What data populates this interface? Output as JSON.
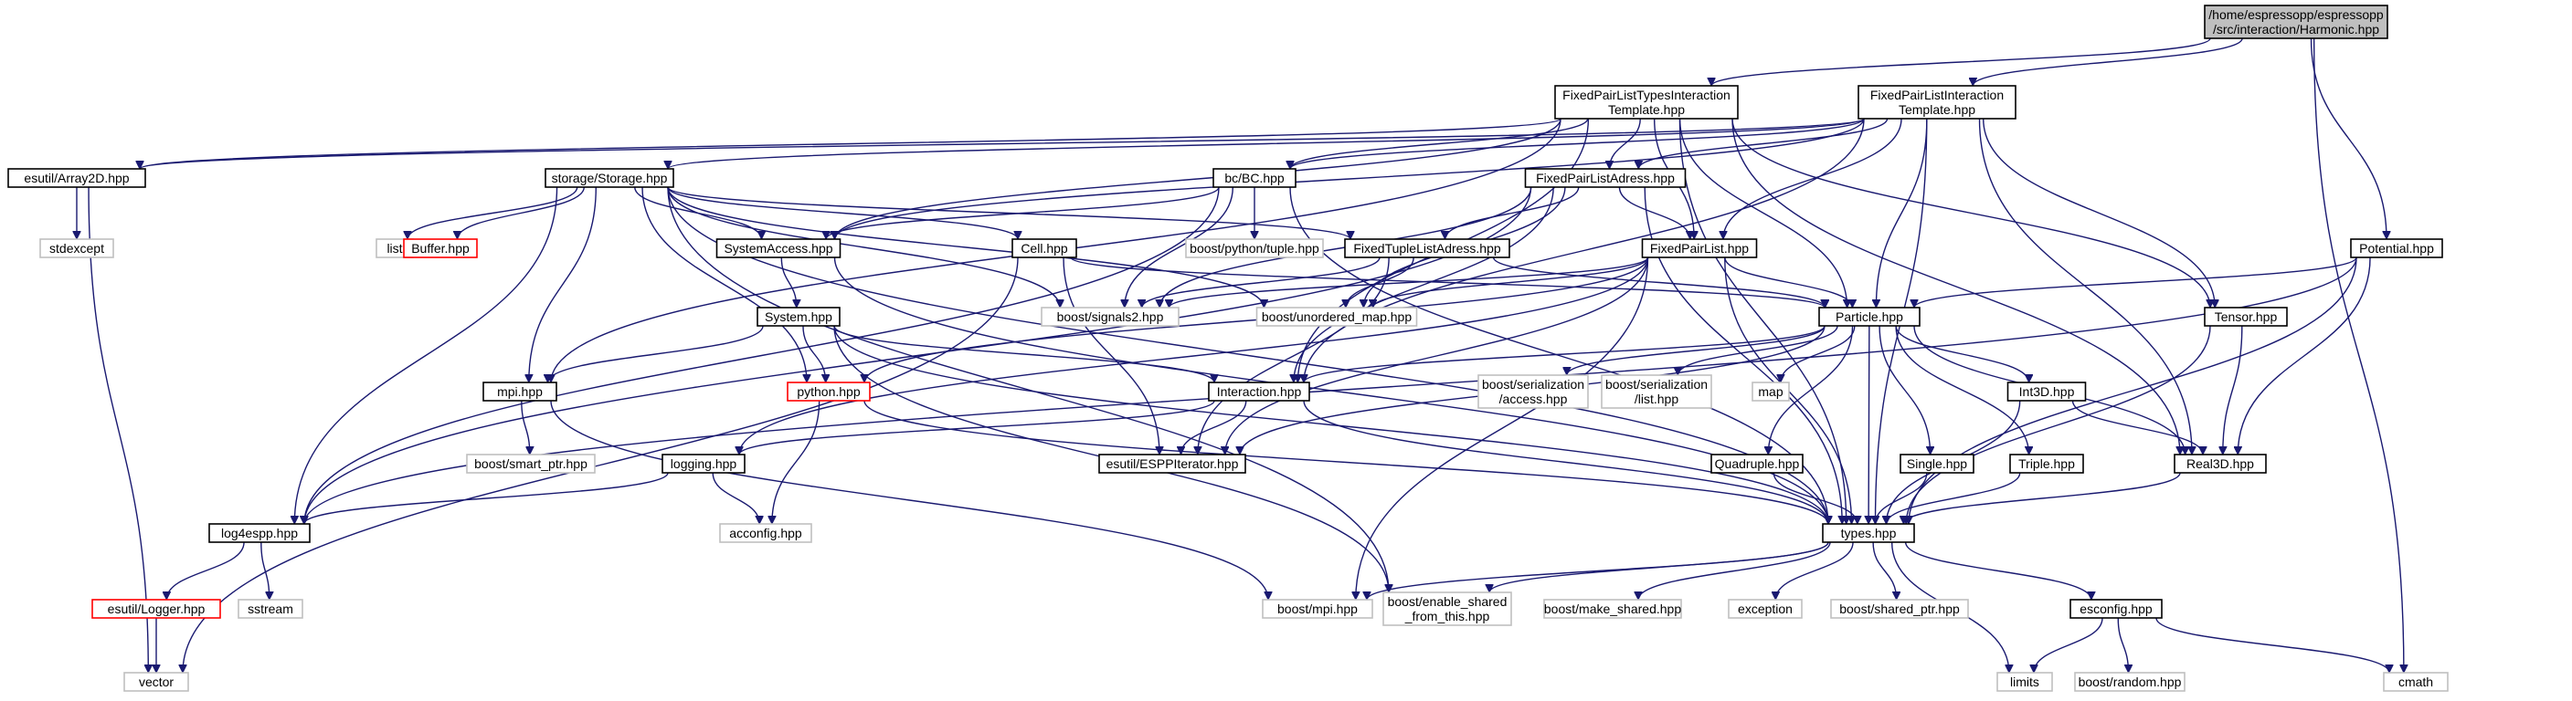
{
  "graph": {
    "nodes": [
      {
        "id": "root",
        "lines": [
          "/home/espressopp/espressopp",
          "/src/interaction/Harmonic.hpp"
        ],
        "style": "root"
      },
      {
        "id": "fplti",
        "lines": [
          "FixedPairListTypesInteraction",
          "Template.hpp"
        ],
        "style": "default"
      },
      {
        "id": "fpli",
        "lines": [
          "FixedPairListInteraction",
          "Template.hpp"
        ],
        "style": "default"
      },
      {
        "id": "array2d",
        "lines": [
          "esutil/Array2D.hpp"
        ],
        "style": "default"
      },
      {
        "id": "storage",
        "lines": [
          "storage/Storage.hpp"
        ],
        "style": "default"
      },
      {
        "id": "bc",
        "lines": [
          "bc/BC.hpp"
        ],
        "style": "default"
      },
      {
        "id": "fpladress",
        "lines": [
          "FixedPairListAdress.hpp"
        ],
        "style": "default"
      },
      {
        "id": "potential",
        "lines": [
          "Potential.hpp"
        ],
        "style": "default"
      },
      {
        "id": "stdexcept",
        "lines": [
          "stdexcept"
        ],
        "style": "dim"
      },
      {
        "id": "list",
        "lines": [
          "list"
        ],
        "style": "dim"
      },
      {
        "id": "buffer",
        "lines": [
          "Buffer.hpp"
        ],
        "style": "red"
      },
      {
        "id": "sysaccess",
        "lines": [
          "SystemAccess.hpp"
        ],
        "style": "default"
      },
      {
        "id": "cell",
        "lines": [
          "Cell.hpp"
        ],
        "style": "default"
      },
      {
        "id": "bptuple",
        "lines": [
          "boost/python/tuple.hpp"
        ],
        "style": "dim"
      },
      {
        "id": "ftladress",
        "lines": [
          "FixedTupleListAdress.hpp"
        ],
        "style": "default"
      },
      {
        "id": "fpl",
        "lines": [
          "FixedPairList.hpp"
        ],
        "style": "default"
      },
      {
        "id": "bsignals",
        "lines": [
          "boost/signals2.hpp"
        ],
        "style": "dim"
      },
      {
        "id": "bumap",
        "lines": [
          "boost/unordered_map.hpp"
        ],
        "style": "dim"
      },
      {
        "id": "particle",
        "lines": [
          "Particle.hpp"
        ],
        "style": "default"
      },
      {
        "id": "tensor",
        "lines": [
          "Tensor.hpp"
        ],
        "style": "default"
      },
      {
        "id": "system",
        "lines": [
          "System.hpp"
        ],
        "style": "default"
      },
      {
        "id": "mpi",
        "lines": [
          "mpi.hpp"
        ],
        "style": "default"
      },
      {
        "id": "python",
        "lines": [
          "python.hpp"
        ],
        "style": "red"
      },
      {
        "id": "interaction",
        "lines": [
          "Interaction.hpp"
        ],
        "style": "default"
      },
      {
        "id": "bsaccess",
        "lines": [
          "boost/serialization",
          "/access.hpp"
        ],
        "style": "dim"
      },
      {
        "id": "bslist",
        "lines": [
          "boost/serialization",
          "/list.hpp"
        ],
        "style": "dim"
      },
      {
        "id": "map",
        "lines": [
          "map"
        ],
        "style": "dim"
      },
      {
        "id": "int3d",
        "lines": [
          "Int3D.hpp"
        ],
        "style": "default"
      },
      {
        "id": "bsmartptr",
        "lines": [
          "boost/smart_ptr.hpp"
        ],
        "style": "dim"
      },
      {
        "id": "logging",
        "lines": [
          "logging.hpp"
        ],
        "style": "default"
      },
      {
        "id": "espiter",
        "lines": [
          "esutil/ESPPIterator.hpp"
        ],
        "style": "default"
      },
      {
        "id": "quadruple",
        "lines": [
          "Quadruple.hpp"
        ],
        "style": "default"
      },
      {
        "id": "single",
        "lines": [
          "Single.hpp"
        ],
        "style": "default"
      },
      {
        "id": "triple",
        "lines": [
          "Triple.hpp"
        ],
        "style": "default"
      },
      {
        "id": "real3d",
        "lines": [
          "Real3D.hpp"
        ],
        "style": "default"
      },
      {
        "id": "log4espp",
        "lines": [
          "log4espp.hpp"
        ],
        "style": "default"
      },
      {
        "id": "acconfig",
        "lines": [
          "acconfig.hpp"
        ],
        "style": "dim"
      },
      {
        "id": "types",
        "lines": [
          "types.hpp"
        ],
        "style": "default"
      },
      {
        "id": "logger",
        "lines": [
          "esutil/Logger.hpp"
        ],
        "style": "red"
      },
      {
        "id": "sstream",
        "lines": [
          "sstream"
        ],
        "style": "dim"
      },
      {
        "id": "bmpi",
        "lines": [
          "boost/mpi.hpp"
        ],
        "style": "dim"
      },
      {
        "id": "benable",
        "lines": [
          "boost/enable_shared",
          "_from_this.hpp"
        ],
        "style": "dim"
      },
      {
        "id": "bmakeshared",
        "lines": [
          "boost/make_shared.hpp"
        ],
        "style": "dim"
      },
      {
        "id": "exception",
        "lines": [
          "exception"
        ],
        "style": "dim"
      },
      {
        "id": "bsharedptr",
        "lines": [
          "boost/shared_ptr.hpp"
        ],
        "style": "dim"
      },
      {
        "id": "esconfig",
        "lines": [
          "esconfig.hpp"
        ],
        "style": "default"
      },
      {
        "id": "vector",
        "lines": [
          "vector"
        ],
        "style": "dim"
      },
      {
        "id": "limits",
        "lines": [
          "limits"
        ],
        "style": "dim"
      },
      {
        "id": "brandom",
        "lines": [
          "boost/random.hpp"
        ],
        "style": "dim"
      },
      {
        "id": "cmath",
        "lines": [
          "cmath"
        ],
        "style": "dim"
      }
    ],
    "edges": [
      [
        "root",
        "fplti"
      ],
      [
        "root",
        "fpli"
      ],
      [
        "root",
        "potential"
      ],
      [
        "root",
        "cmath"
      ],
      [
        "fplti",
        "array2d"
      ],
      [
        "fplti",
        "sysaccess"
      ],
      [
        "fplti",
        "bc"
      ],
      [
        "fplti",
        "fpladress"
      ],
      [
        "fplti",
        "fpl"
      ],
      [
        "fplti",
        "particle"
      ],
      [
        "fplti",
        "interaction"
      ],
      [
        "fplti",
        "tensor"
      ],
      [
        "fplti",
        "real3d"
      ],
      [
        "fplti",
        "types"
      ],
      [
        "fplti",
        "mpi"
      ],
      [
        "fpli",
        "array2d"
      ],
      [
        "fpli",
        "storage"
      ],
      [
        "fpli",
        "bc"
      ],
      [
        "fpli",
        "fpladress"
      ],
      [
        "fpli",
        "fpl"
      ],
      [
        "fpli",
        "particle"
      ],
      [
        "fpli",
        "interaction"
      ],
      [
        "fpli",
        "tensor"
      ],
      [
        "fpli",
        "real3d"
      ],
      [
        "fpli",
        "types"
      ],
      [
        "fpli",
        "sysaccess"
      ],
      [
        "array2d",
        "stdexcept"
      ],
      [
        "array2d",
        "vector"
      ],
      [
        "storage",
        "list"
      ],
      [
        "storage",
        "buffer"
      ],
      [
        "storage",
        "sysaccess"
      ],
      [
        "storage",
        "cell"
      ],
      [
        "storage",
        "ftladress"
      ],
      [
        "storage",
        "bsignals"
      ],
      [
        "storage",
        "bumap"
      ],
      [
        "storage",
        "mpi"
      ],
      [
        "storage",
        "python"
      ],
      [
        "storage",
        "log4espp"
      ],
      [
        "storage",
        "types"
      ],
      [
        "storage",
        "benable"
      ],
      [
        "bc",
        "sysaccess"
      ],
      [
        "bc",
        "bptuple"
      ],
      [
        "bc",
        "bsignals"
      ],
      [
        "bc",
        "log4espp"
      ],
      [
        "bc",
        "types"
      ],
      [
        "fpladress",
        "ftladress"
      ],
      [
        "fpladress",
        "fpl"
      ],
      [
        "fpladress",
        "bsignals"
      ],
      [
        "fpladress",
        "bumap"
      ],
      [
        "fpladress",
        "interaction"
      ],
      [
        "fpladress",
        "log4espp"
      ],
      [
        "fpladress",
        "types"
      ],
      [
        "potential",
        "particle"
      ],
      [
        "potential",
        "real3d"
      ],
      [
        "potential",
        "types"
      ],
      [
        "potential",
        "log4espp"
      ],
      [
        "sysaccess",
        "system"
      ],
      [
        "sysaccess",
        "types"
      ],
      [
        "cell",
        "particle"
      ],
      [
        "cell",
        "espiter"
      ],
      [
        "cell",
        "vector"
      ],
      [
        "ftladress",
        "bsignals"
      ],
      [
        "ftladress",
        "bumap"
      ],
      [
        "ftladress",
        "particle"
      ],
      [
        "ftladress",
        "espiter"
      ],
      [
        "fpl",
        "bsignals"
      ],
      [
        "fpl",
        "bumap"
      ],
      [
        "fpl",
        "particle"
      ],
      [
        "fpl",
        "python"
      ],
      [
        "fpl",
        "logging"
      ],
      [
        "fpl",
        "espiter"
      ],
      [
        "fpl",
        "types"
      ],
      [
        "fpl",
        "bmpi"
      ],
      [
        "particle",
        "interaction"
      ],
      [
        "particle",
        "bsaccess"
      ],
      [
        "particle",
        "bslist"
      ],
      [
        "particle",
        "map"
      ],
      [
        "particle",
        "int3d"
      ],
      [
        "particle",
        "quadruple"
      ],
      [
        "particle",
        "single"
      ],
      [
        "particle",
        "triple"
      ],
      [
        "particle",
        "real3d"
      ],
      [
        "particle",
        "types"
      ],
      [
        "particle",
        "espiter"
      ],
      [
        "tensor",
        "real3d"
      ],
      [
        "tensor",
        "types"
      ],
      [
        "system",
        "mpi"
      ],
      [
        "system",
        "python"
      ],
      [
        "system",
        "interaction"
      ],
      [
        "system",
        "types"
      ],
      [
        "system",
        "benable"
      ],
      [
        "mpi",
        "bsmartptr"
      ],
      [
        "mpi",
        "bmpi"
      ],
      [
        "python",
        "acconfig"
      ],
      [
        "python",
        "types"
      ],
      [
        "interaction",
        "logging"
      ],
      [
        "interaction",
        "espiter"
      ],
      [
        "interaction",
        "types"
      ],
      [
        "int3d",
        "real3d"
      ],
      [
        "int3d",
        "types"
      ],
      [
        "logging",
        "log4espp"
      ],
      [
        "logging",
        "acconfig"
      ],
      [
        "quadruple",
        "types"
      ],
      [
        "single",
        "types"
      ],
      [
        "triple",
        "types"
      ],
      [
        "real3d",
        "types"
      ],
      [
        "log4espp",
        "logger"
      ],
      [
        "log4espp",
        "sstream"
      ],
      [
        "logger",
        "vector"
      ],
      [
        "types",
        "bmpi"
      ],
      [
        "types",
        "benable"
      ],
      [
        "types",
        "bmakeshared"
      ],
      [
        "types",
        "exception"
      ],
      [
        "types",
        "bsharedptr"
      ],
      [
        "types",
        "esconfig"
      ],
      [
        "types",
        "limits"
      ],
      [
        "esconfig",
        "limits"
      ],
      [
        "esconfig",
        "brandom"
      ],
      [
        "esconfig",
        "cmath"
      ]
    ]
  }
}
